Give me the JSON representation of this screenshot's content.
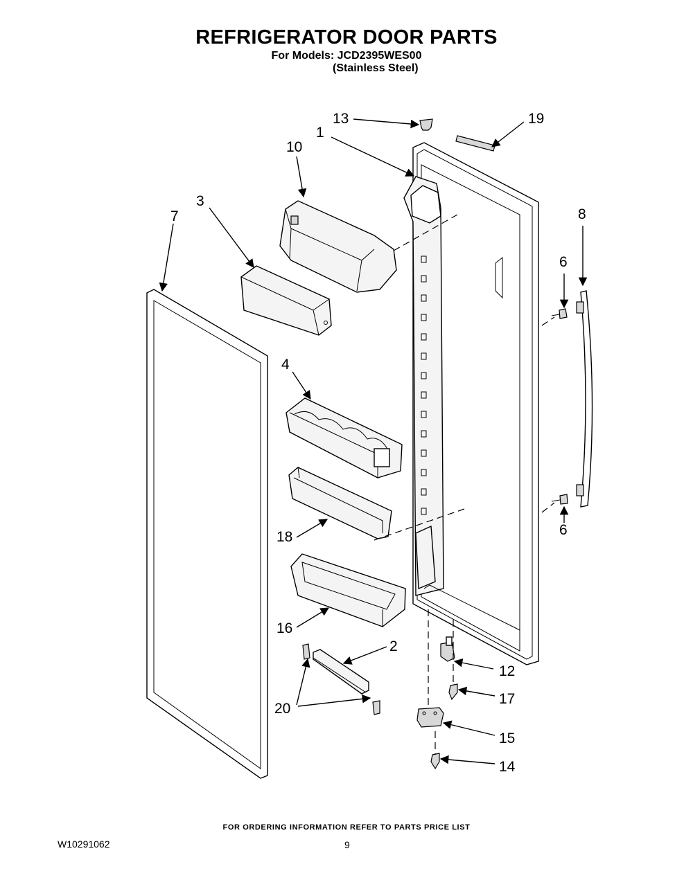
{
  "header": {
    "title": "REFRIGERATOR DOOR PARTS",
    "models_line": "For Models: JCD2395WES00",
    "finish_line": "(Stainless Steel)"
  },
  "callouts": [
    "13",
    "19",
    "1",
    "10",
    "3",
    "7",
    "8",
    "6",
    "4",
    "18",
    "6",
    "16",
    "2",
    "12",
    "17",
    "20",
    "15",
    "14"
  ],
  "footer": {
    "ordering_note": "FOR ORDERING INFORMATION REFER TO PARTS PRICE LIST",
    "document_number": "W10291062",
    "page_number": "9"
  }
}
